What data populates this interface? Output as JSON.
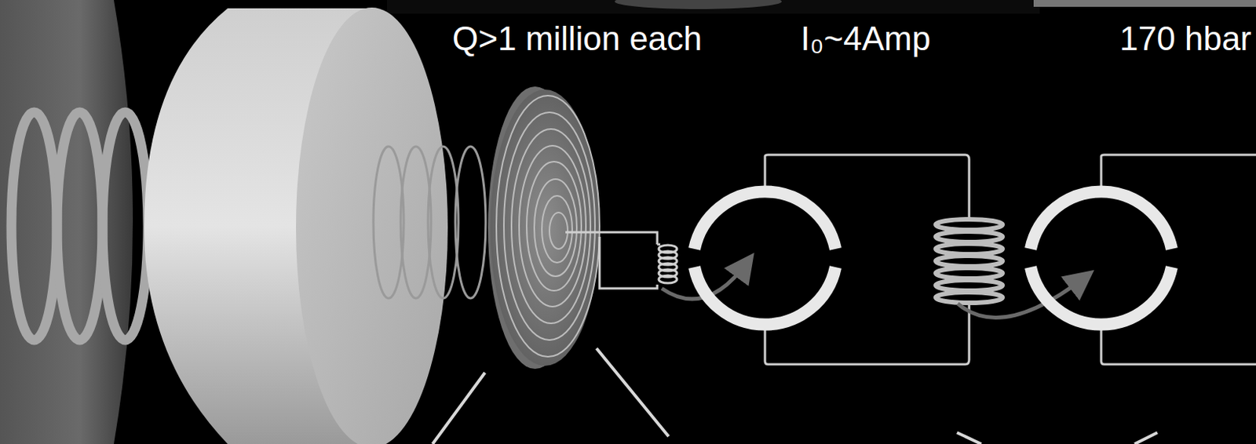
{
  "diagram": {
    "labels": [
      "Q>1 million each",
      "I₀~4Amp",
      "170 hbar"
    ]
  }
}
